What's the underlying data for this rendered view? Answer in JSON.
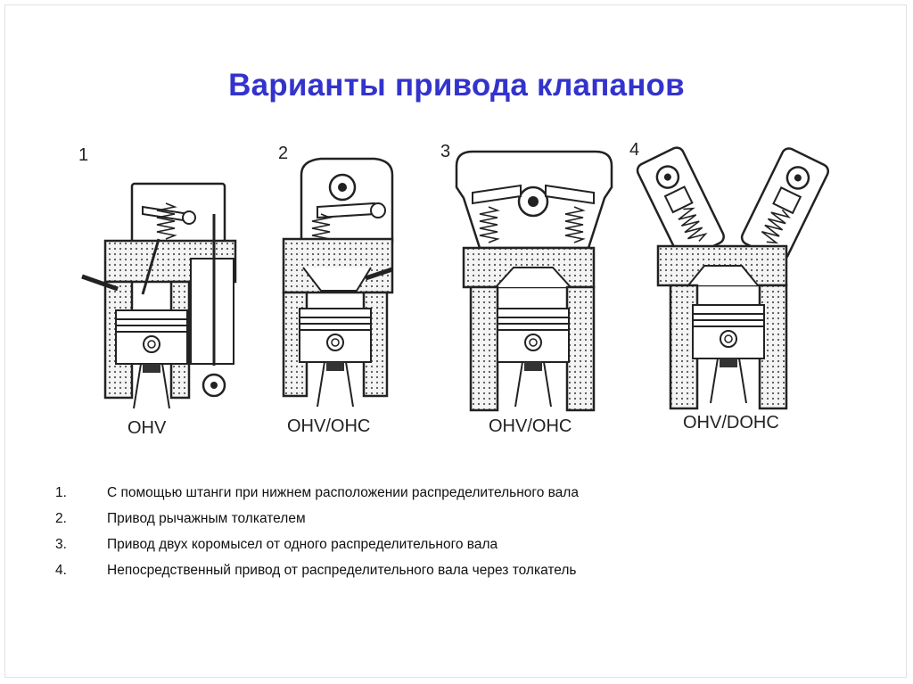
{
  "title": "Варианты привода клапанов",
  "figures": [
    {
      "number": "1",
      "caption": "OHV"
    },
    {
      "number": "2",
      "caption": "OHV/OHC"
    },
    {
      "number": "3",
      "caption": "OHV/OHC"
    },
    {
      "number": "4",
      "caption": "OHV/DOHC"
    }
  ],
  "items": [
    {
      "n": "1.",
      "text": "С помощью штанги при нижнем расположении распределительного вала"
    },
    {
      "n": "2.",
      "text": "Привод рычажным толкателем"
    },
    {
      "n": "3.",
      "text": "Привод двух коромысел от одного распределительного вала"
    },
    {
      "n": "4.",
      "text": "Непосредственный привод от распределительного вала через толкатель"
    }
  ]
}
